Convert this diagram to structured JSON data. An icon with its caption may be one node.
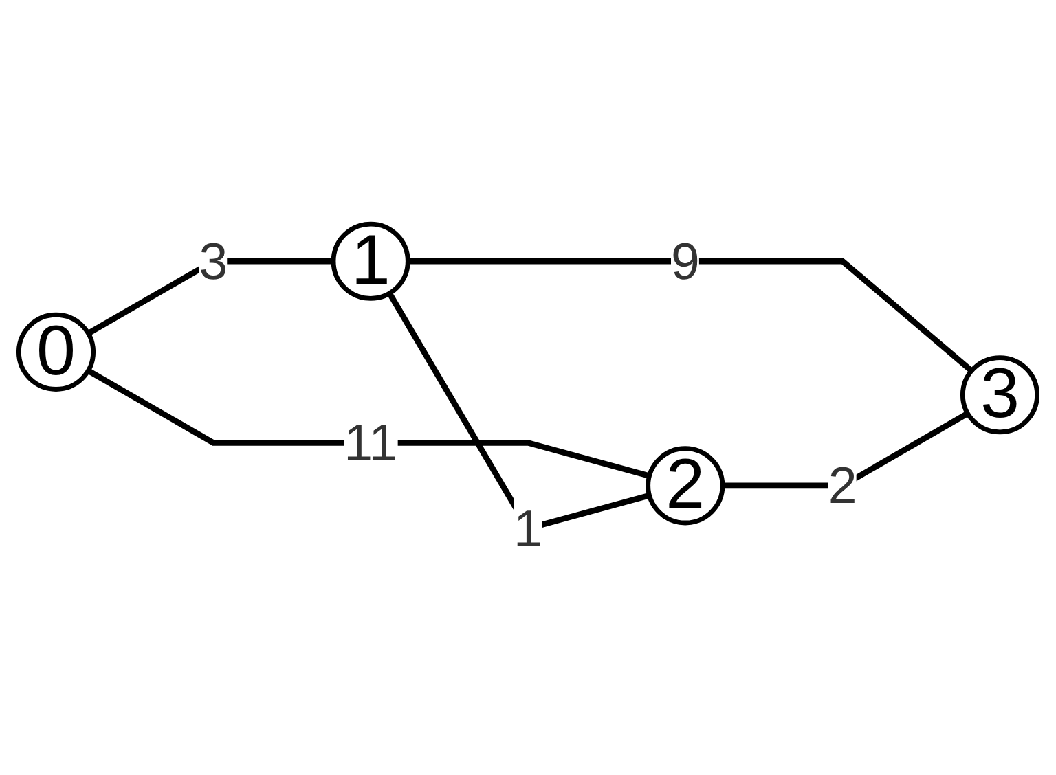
{
  "diagram": {
    "nodes": [
      {
        "text": [
          "0"
        ]
      },
      {
        "text": [
          "1"
        ]
      },
      {
        "text": [
          "2"
        ]
      },
      {
        "text": [
          "3"
        ]
      }
    ],
    "edges": [
      {
        "from": 0,
        "to": 1,
        "arrow": "none",
        "label": "3"
      },
      {
        "from": 0,
        "to": 2,
        "arrow": "none",
        "label": "11"
      },
      {
        "from": 1,
        "to": 2,
        "arrow": "none",
        "label": "1"
      },
      {
        "from": 1,
        "to": 3,
        "arrow": "none",
        "label": "9"
      },
      {
        "from": 2,
        "to": 3,
        "arrow": "none",
        "label": "2"
      }
    ]
  }
}
